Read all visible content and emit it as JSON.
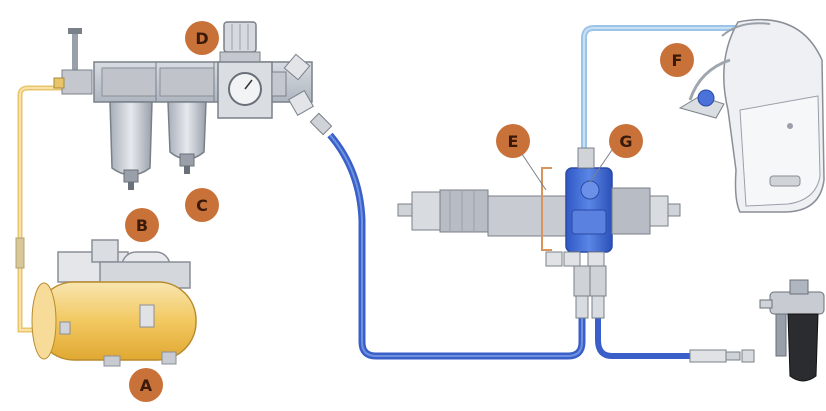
{
  "diagram": {
    "labels": {
      "A": "A",
      "B": "B",
      "C": "C",
      "D": "D",
      "E": "E",
      "F": "F",
      "G": "G"
    },
    "colors": {
      "badge": "#c8723a",
      "hose_blue": "#3a5fc8",
      "hose_light_blue": "#9cc4e8",
      "hose_yellow": "#e8c46a",
      "tank": "#f0c060",
      "filter_body": "#c8ccd2",
      "panel_blue": "#4a72d8",
      "metal": "#b8bcc4"
    }
  }
}
